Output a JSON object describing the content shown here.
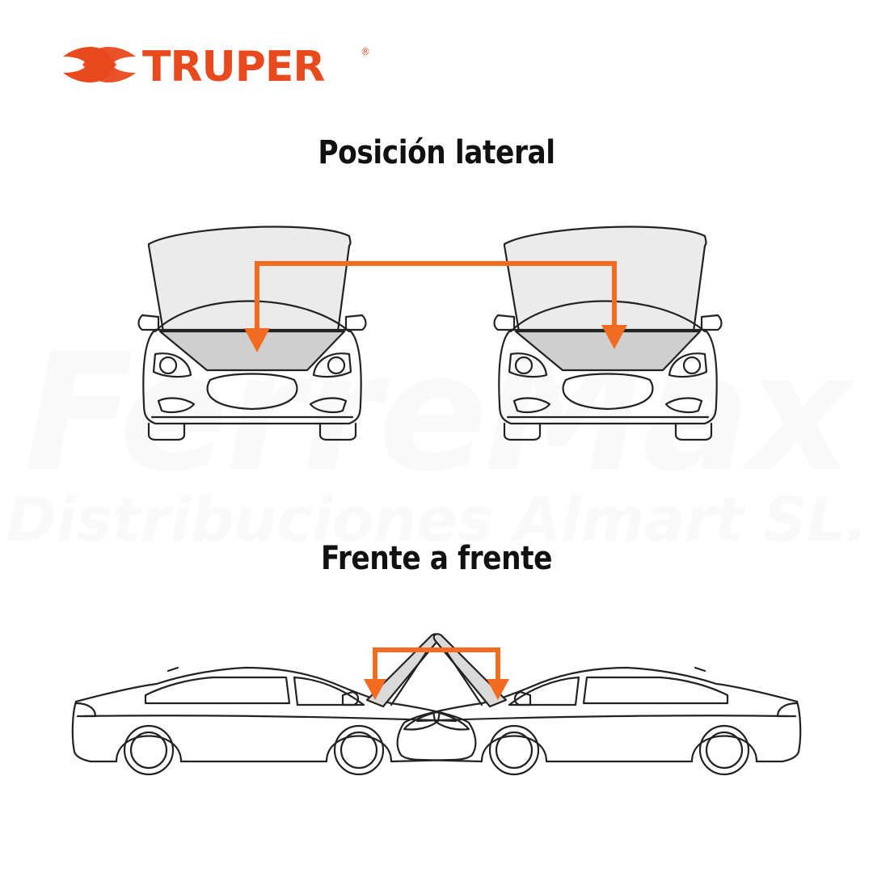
{
  "brand": {
    "name": "TRUPER",
    "registered_mark": "®",
    "color": "#E8491D"
  },
  "watermark": {
    "line1": "FerreMax",
    "line2": "Distribuciones Almart SL."
  },
  "sections": [
    {
      "title": "Posición lateral",
      "icon": "front-view-cars-jump-diagram"
    },
    {
      "title": "Frente a frente",
      "icon": "side-view-cars-jump-diagram"
    }
  ],
  "colors": {
    "arrow": "#F26B21",
    "outline": "#222222",
    "hood_fill": "#EBEBEB",
    "engine_fill": "#CFCFCF"
  }
}
